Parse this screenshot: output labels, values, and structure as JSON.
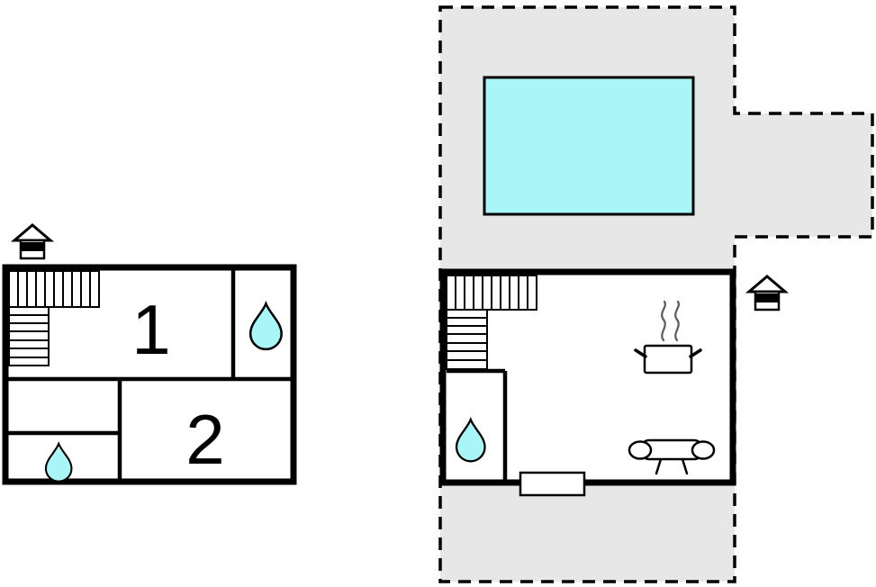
{
  "diagram": {
    "rooms": [
      {
        "label": "1"
      },
      {
        "label": "2"
      }
    ],
    "colors": {
      "terrace": "#e7e7e7",
      "pool": "#a9f6f8",
      "water_drop": "#a9f6f8",
      "wall": "#000000",
      "steam": "#5f5f5f"
    },
    "icons": {
      "entrance": "house-entrance-icon",
      "stairs": "staircase-icon",
      "bathroom": "water-drop-icon",
      "kitchen": "cooking-pot-icon",
      "living_room": "sofa-icon",
      "pool": "swimming-pool",
      "terrace": "dashed-terrace-outline",
      "door": "door-opening"
    }
  }
}
